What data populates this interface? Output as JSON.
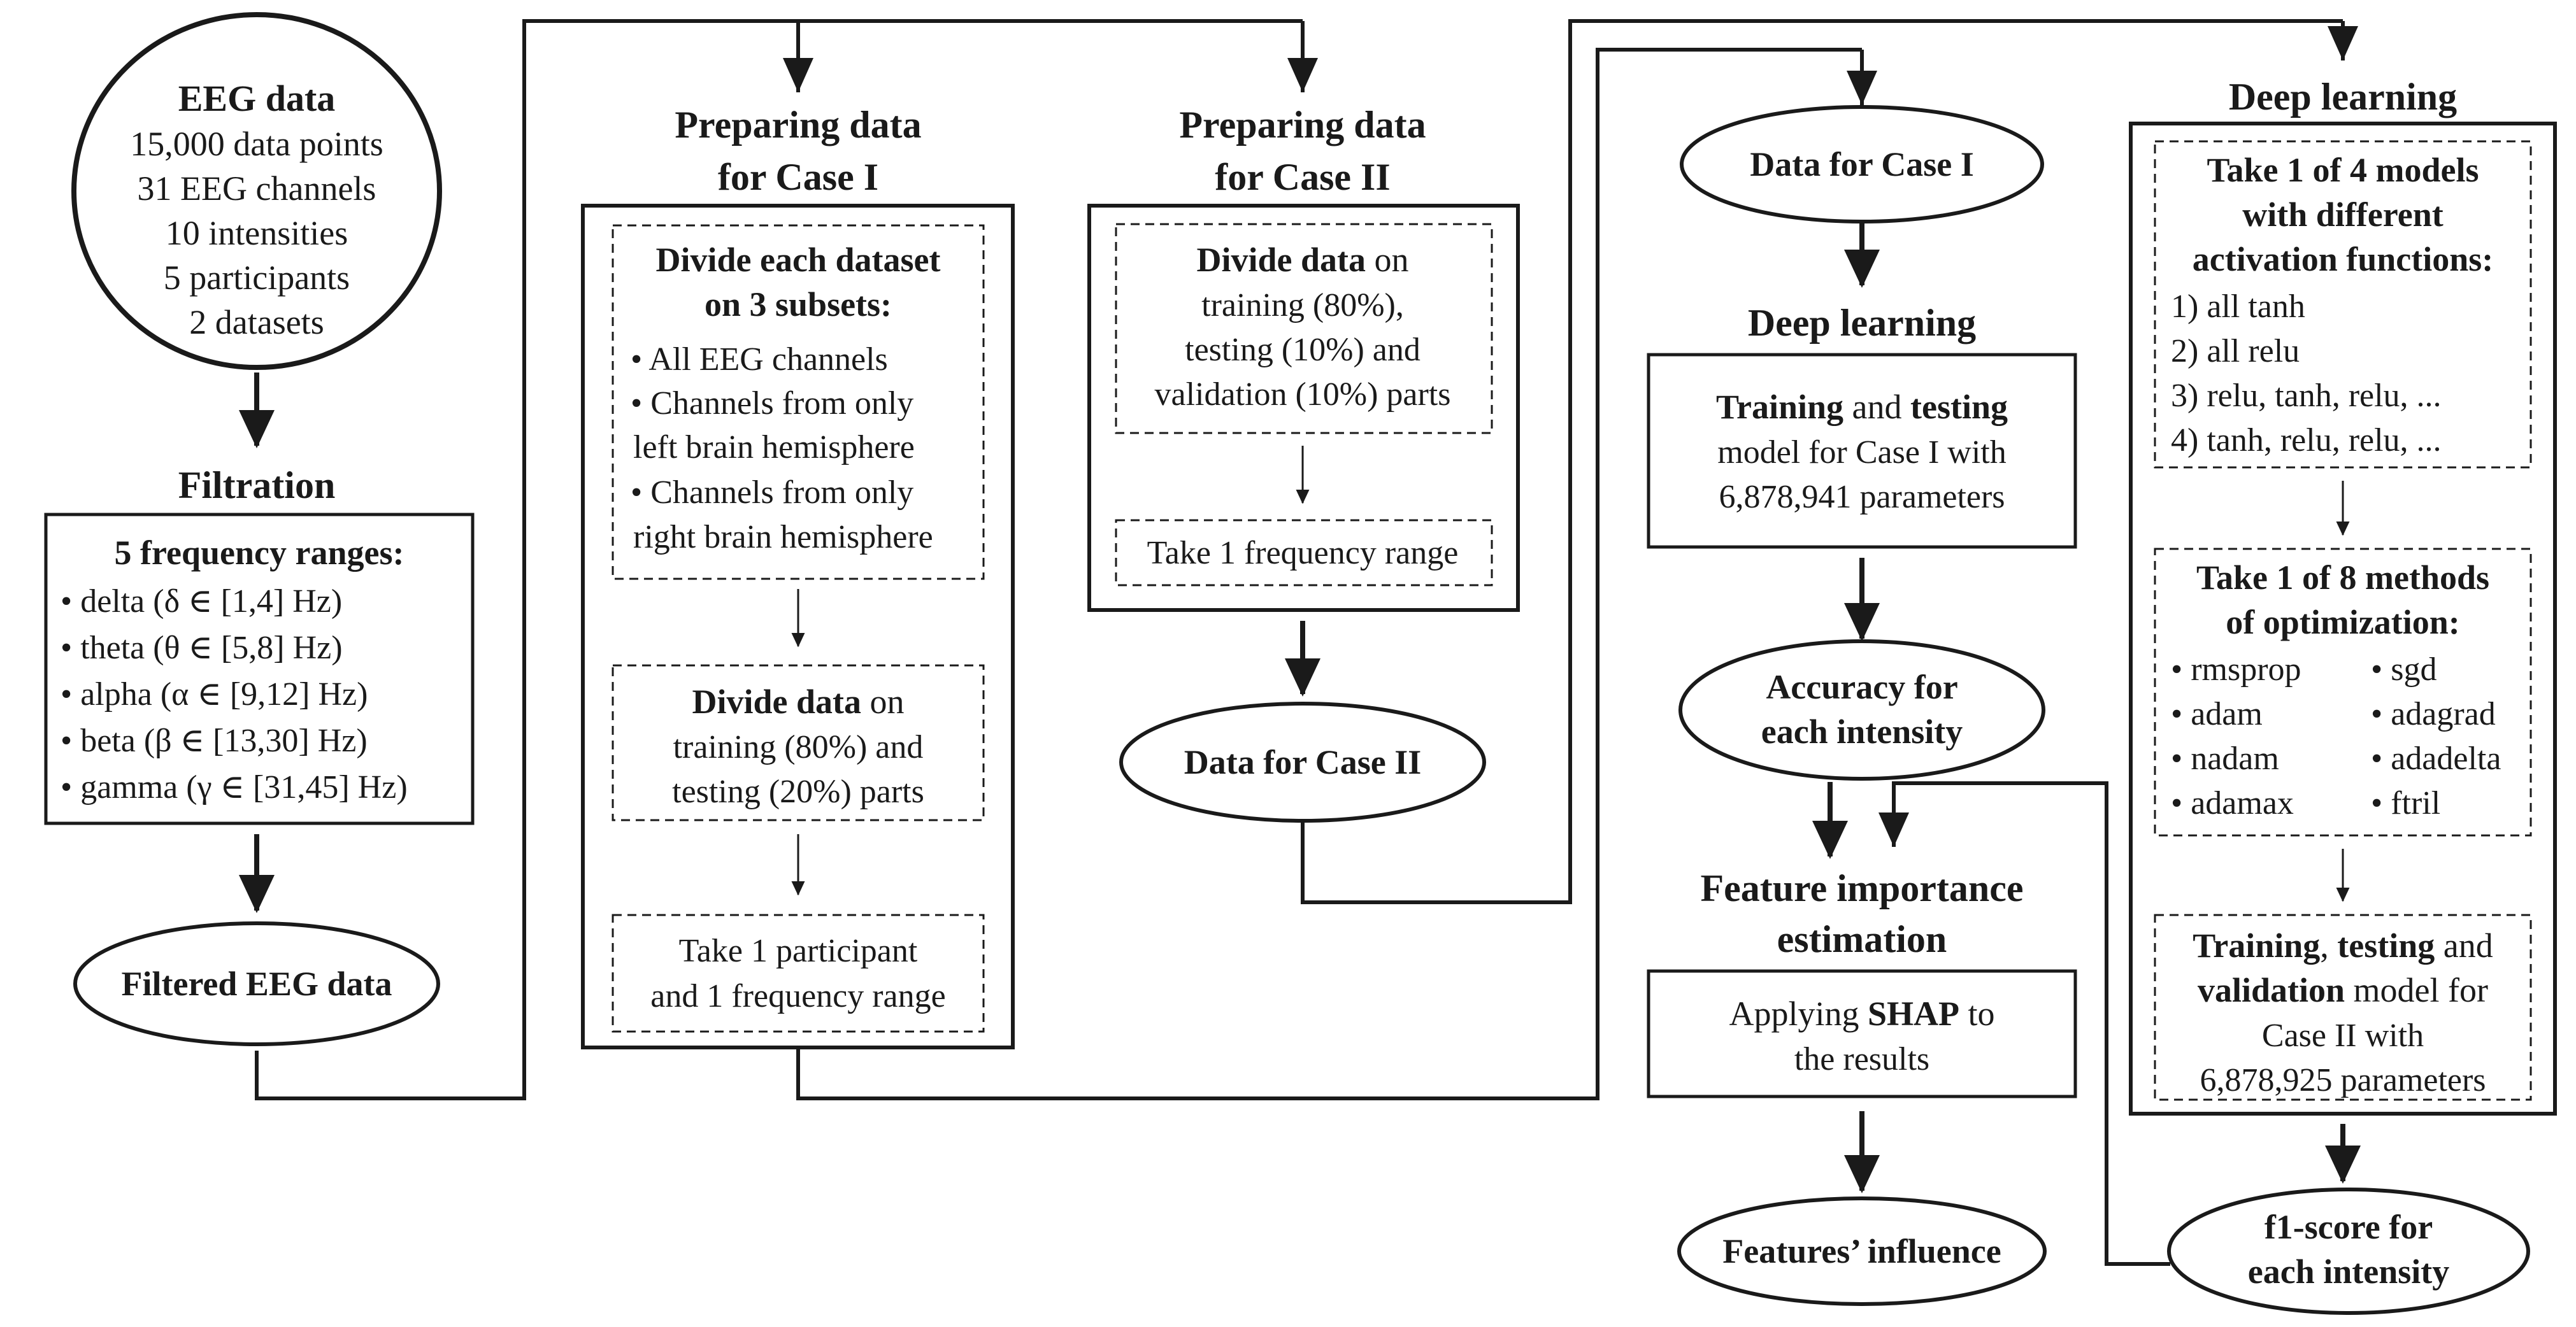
{
  "eeg_data": {
    "title": "EEG data",
    "lines": [
      "15,000 data points",
      "31 EEG channels",
      "10 intensities",
      "5 participants",
      "2 datasets"
    ]
  },
  "filtration": {
    "heading": "Filtration",
    "box_title": "5 frequency ranges:",
    "items": [
      "• delta (δ ∈ [1,4] Hz)",
      "• theta (θ ∈ [5,8] Hz)",
      "• alpha (α ∈ [9,12] Hz)",
      "• beta (β ∈ [13,30] Hz)",
      "• gamma (γ ∈ [31,45] Hz)"
    ],
    "output": "Filtered EEG data"
  },
  "case1_prep": {
    "heading_line1": "Preparing data",
    "heading_line2": "for Case I",
    "subsets_title_line1": "Divide each dataset",
    "subsets_title_line2": "on 3 subsets:",
    "subsets_items": [
      "• All EEG channels",
      "• Channels from only",
      "left brain hemisphere",
      "• Channels from only",
      "right brain hemisphere"
    ],
    "divide_bold": "Divide data",
    "divide_rest": " on",
    "divide_line2": "training (80%) and",
    "divide_line3": "testing (20%) parts",
    "take_line1": "Take 1 participant",
    "take_line2": "and 1 frequency range"
  },
  "case2_prep": {
    "heading_line1": "Preparing data",
    "heading_line2": "for Case II",
    "divide_bold": "Divide data",
    "divide_rest": " on",
    "divide_line2": "training (80%),",
    "divide_line3": "testing (10%) and",
    "divide_line4": "validation (10%) parts",
    "take": "Take 1 frequency range",
    "output": "Data for Case II"
  },
  "case1_learning": {
    "input": "Data for Case I",
    "heading": "Deep learning",
    "box_b1": "Training",
    "box_mid": " and ",
    "box_b2": "testing",
    "box_line2": "model for Case I with",
    "box_line3": "6,878,941 parameters",
    "output_line1": "Accuracy for",
    "output_line2": "each intensity"
  },
  "feature_importance": {
    "heading_line1": "Feature importance",
    "heading_line2": "estimation",
    "box_pre": "Applying ",
    "box_bold": "SHAP",
    "box_post": " to",
    "box_line2": "the results",
    "output": "Features’ influence"
  },
  "case2_learning": {
    "heading": "Deep learning",
    "models_line1": "Take 1 of 4 models",
    "models_line2": "with different",
    "models_line3": "activation functions:",
    "models_items": [
      "1) all tanh",
      "2) all relu",
      "3) relu, tanh, relu, ...",
      "4) tanh, relu, relu, ..."
    ],
    "opt_line1": "Take 1 of 8 methods",
    "opt_line2": "of optimization:",
    "opt_left": [
      "• rmsprop",
      "• adam",
      "• nadam",
      "• adamax"
    ],
    "opt_right": [
      "• sgd",
      "• adagrad",
      "• adadelta",
      "• ftril"
    ],
    "train_b1": "Training",
    "train_sep": ", ",
    "train_b2": "testing",
    "train_post": " and",
    "train_b3": "validation",
    "train_post2": " model for",
    "train_line3": "Case II with",
    "train_line4": "6,878,925 parameters",
    "output_line1": "f1-score for",
    "output_line2": "each intensity"
  }
}
